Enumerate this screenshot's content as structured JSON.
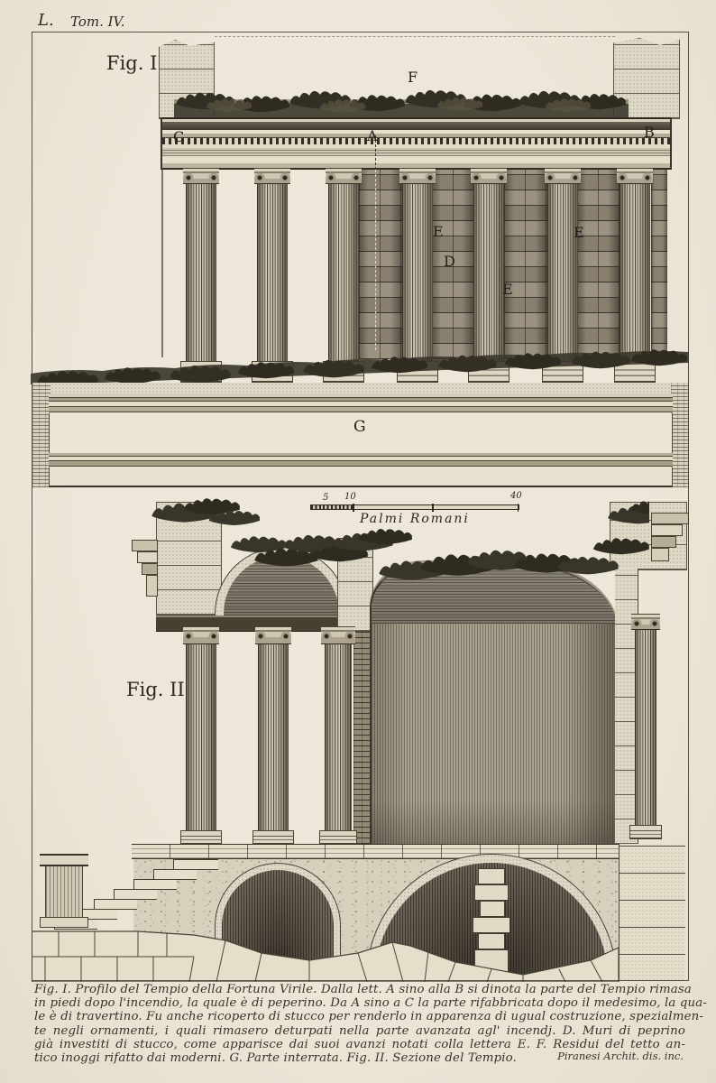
{
  "plate": {
    "letter_mark": "L.",
    "tome_mark": "Tom. IV.",
    "signature": "Piranesi Archit. dis. inc."
  },
  "fig1": {
    "label": "Fig. I.",
    "letters": {
      "F": "F",
      "C": "C",
      "A": "A",
      "B": "B",
      "E1": "E",
      "D": "D",
      "E2": "E",
      "E3": "E",
      "G": "G"
    }
  },
  "scalebar": {
    "ticks": [
      "5",
      "10",
      "40"
    ],
    "label": "Palmi Romani"
  },
  "fig2": {
    "label": "Fig. II."
  },
  "caption": {
    "lines": [
      "Fig. I. Profilo del Tempio della Fortuna Virile. Dalla lett. A sino alla B si dinota la parte del Tempio rimasa",
      "in piedi dopo l'incendio, la quale è di peperino. Da A sino a C la parte rifabbricata dopo il medesimo, la qua-",
      "le è di travertino. Fu anche ricoperto di stucco per renderlo in apparenza di ugual costruzione, spezialmen-",
      "te negli ornamenti, i quali rimasero deturpati nella parte avanzata agl' incendj. D. Muri di peprino",
      "già investiti di stucco, come apparisce dai suoi avanzi notati colla lettera E. F. Residui del tetto an-",
      "tico inoggi rifatto dai moderni. G. Parte interrata. Fig. II. Sezione del Tempio."
    ]
  },
  "colors": {
    "paper": "#e8e3d4",
    "ink": "#2c2720",
    "masonry": "#948a78",
    "vault_wall": "#a9a28e",
    "arch_shadow": "#6e6658",
    "foliage": "#3a362a"
  }
}
